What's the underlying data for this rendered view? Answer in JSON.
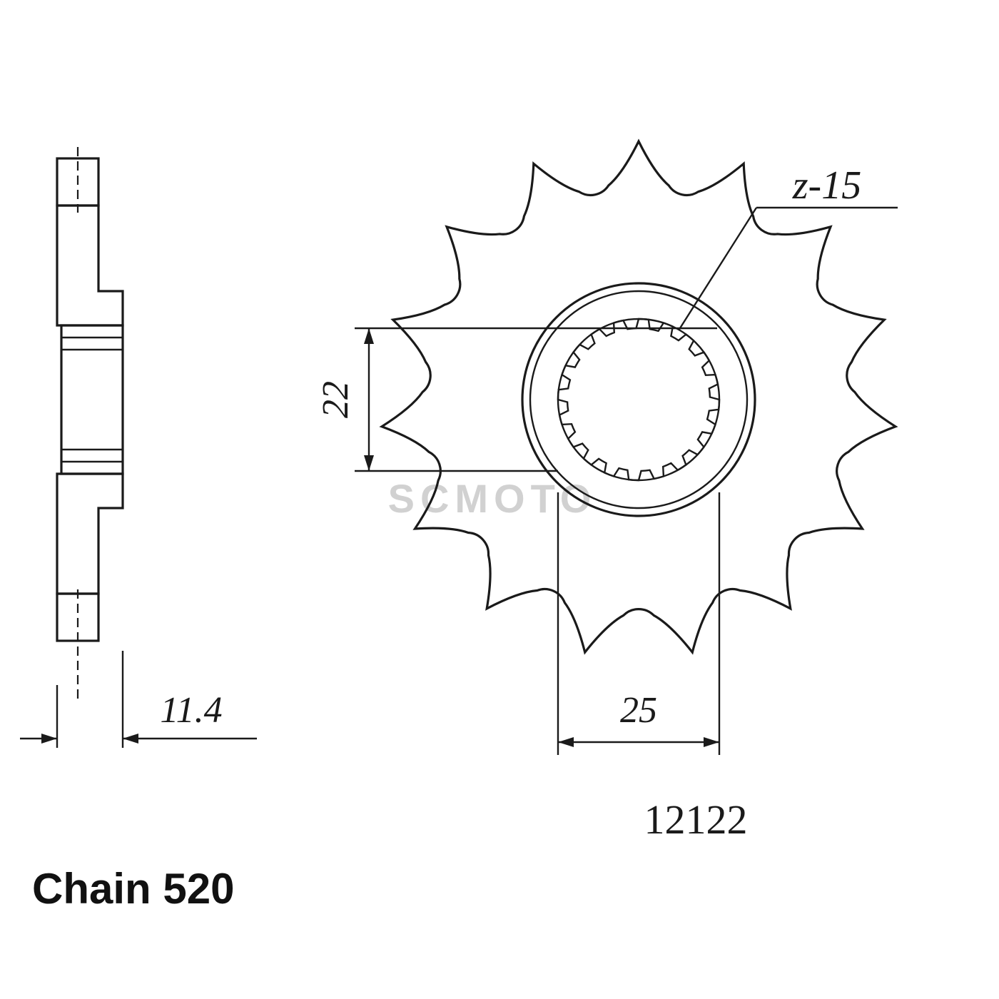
{
  "drawing": {
    "type": "sprocket-technical-drawing",
    "labels": {
      "teeth_count": "z-15",
      "spline_inner_diameter": "22",
      "spline_outer_diameter": "25",
      "hub_thickness": "11.4",
      "part_number": "12122",
      "chain_size": "Chain 520",
      "watermark": "SCMOTO"
    },
    "colors": {
      "line": "#1a1a1a",
      "background": "#ffffff",
      "watermark": "#c6c6c6"
    }
  }
}
